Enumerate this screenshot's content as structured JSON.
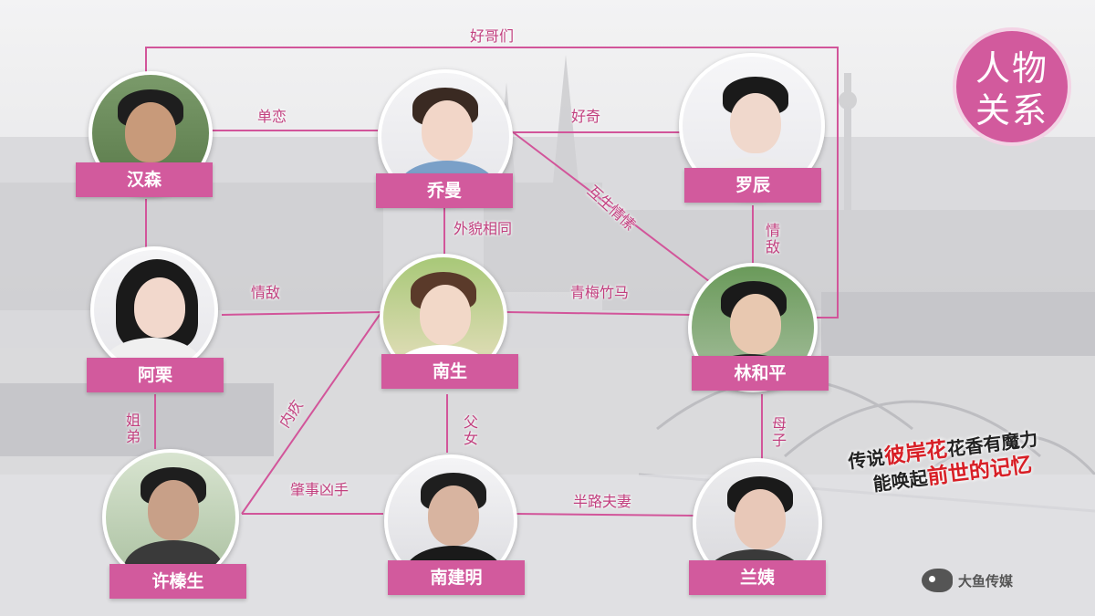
{
  "title": "人物关系",
  "title_lines": [
    "人物",
    "关系"
  ],
  "tagline": {
    "line1_prefix": "传说",
    "line1_highlight": "彼岸花",
    "line1_suffix": "花香有魔力",
    "line2_prefix": "能唤起",
    "line2_highlight": "前世的记忆"
  },
  "brand": "大鱼传媒",
  "colors": {
    "accent": "#d25a9d",
    "line": "#d2559a",
    "label": "#c2407f",
    "highlight": "#d81f26"
  },
  "people": [
    {
      "id": "hansen",
      "name": "汉森"
    },
    {
      "id": "qiaoman",
      "name": "乔曼"
    },
    {
      "id": "luochen",
      "name": "罗辰"
    },
    {
      "id": "ali",
      "name": "阿栗"
    },
    {
      "id": "nansheng",
      "name": "南生"
    },
    {
      "id": "linheping",
      "name": "林和平"
    },
    {
      "id": "xuzhensheng",
      "name": "许榛生"
    },
    {
      "id": "nanjianming",
      "name": "南建明"
    },
    {
      "id": "lanyi",
      "name": "兰姨"
    }
  ],
  "relations": [
    {
      "id": "haogemen",
      "from": "hansen",
      "to": "linheping",
      "label": "好哥们"
    },
    {
      "id": "danlian",
      "from": "hansen",
      "to": "qiaoman",
      "label": "单恋"
    },
    {
      "id": "haoqi",
      "from": "qiaoman",
      "to": "luochen",
      "label": "好奇"
    },
    {
      "id": "hushengqingsu",
      "from": "qiaoman",
      "to": "linheping",
      "label": "互生情愫"
    },
    {
      "id": "waimaoxiangtong",
      "from": "qiaoman",
      "to": "nansheng",
      "label": "外貌相同"
    },
    {
      "id": "qingdi-luo",
      "from": "luochen",
      "to": "linheping",
      "label": "情敌"
    },
    {
      "id": "qingdi-ali",
      "from": "ali",
      "to": "nansheng",
      "label": "情敌"
    },
    {
      "id": "qingmeizhuma",
      "from": "nansheng",
      "to": "linheping",
      "label": "青梅竹马"
    },
    {
      "id": "neijiu",
      "from": "nansheng",
      "to": "xuzhensheng",
      "label": "内疚"
    },
    {
      "id": "funv",
      "from": "nansheng",
      "to": "nanjianming",
      "label": "父女"
    },
    {
      "id": "muzi",
      "from": "linheping",
      "to": "lanyi",
      "label": "母子"
    },
    {
      "id": "jiedi",
      "from": "ali",
      "to": "xuzhensheng",
      "label": "姐弟"
    },
    {
      "id": "zhaoshixiongshou",
      "from": "xuzhensheng",
      "to": "nanjianming",
      "label": "肇事凶手"
    },
    {
      "id": "banlufuqi",
      "from": "nanjianming",
      "to": "lanyi",
      "label": "半路夫妻"
    }
  ]
}
